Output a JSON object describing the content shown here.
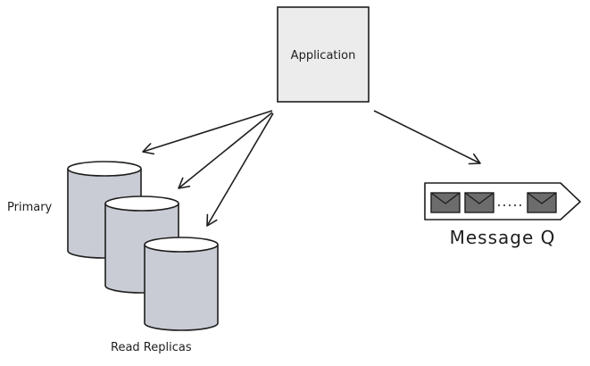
{
  "diagram": {
    "nodes": {
      "application": {
        "label": "Application"
      },
      "primary": {
        "label": "Primary"
      },
      "replicas": {
        "label": "Read Replicas"
      },
      "queue": {
        "label": "Message Q"
      }
    }
  },
  "colors": {
    "stroke": "#1e1e1e",
    "box_fill": "#ececec",
    "db_fill": "#c9ccd4",
    "envelope_fill": "#6c6c6c",
    "queue_fill": "#ffffff"
  },
  "icons": {
    "database": "database-cylinder-icon",
    "message": "envelope-icon"
  }
}
